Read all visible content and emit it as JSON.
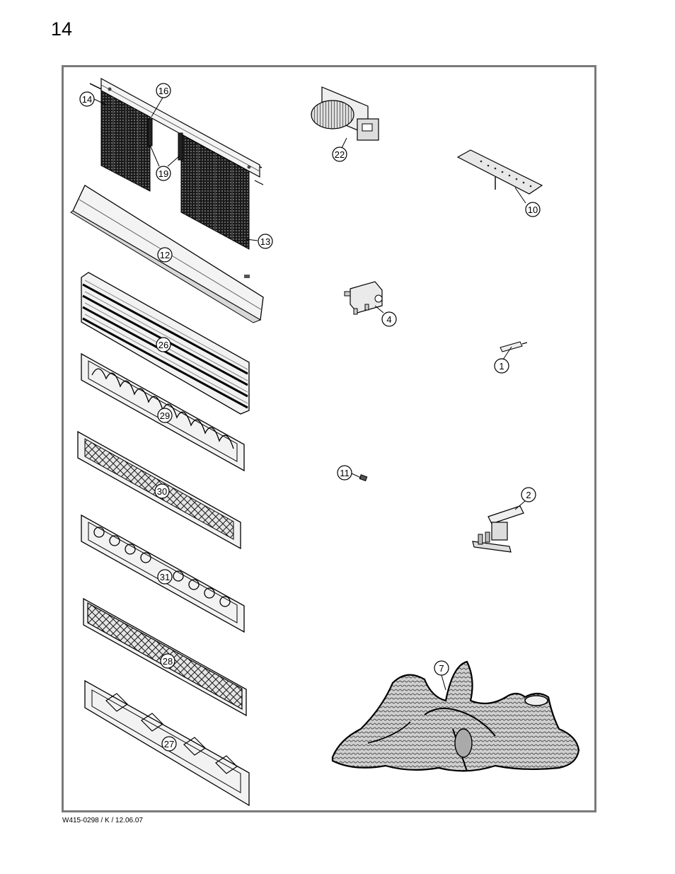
{
  "page": {
    "number": "14",
    "footer_code": "W415-0298 / K / 12.06.07"
  },
  "callouts": {
    "c14": "14",
    "c16": "16",
    "c19": "19",
    "c13": "13",
    "c12": "12",
    "c26": "26",
    "c29": "29",
    "c30": "30",
    "c31": "31",
    "c28": "28",
    "c27": "27",
    "c22": "22",
    "c10": "10",
    "c4": "4",
    "c1": "1",
    "c11": "11",
    "c2": "2",
    "c7": "7"
  }
}
